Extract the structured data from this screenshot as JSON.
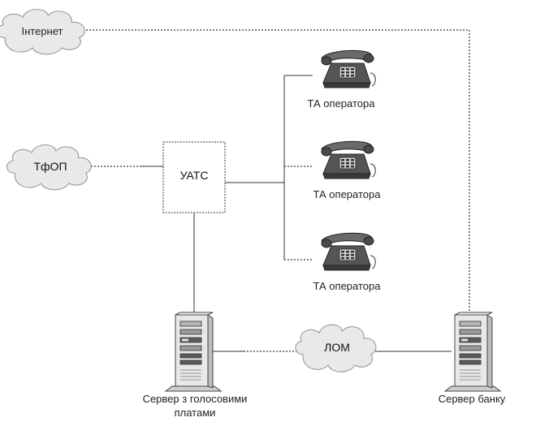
{
  "nodes": {
    "internet": "Інтернет",
    "pstn": "ТфОП",
    "pbx": "УАТС",
    "phone1": "ТА оператора",
    "phone2": "ТА оператора",
    "phone3": "ТА оператора",
    "lan": "ЛОМ",
    "voice_server_line1": "Сервер з голосовими",
    "voice_server_line2": "платами",
    "bank_server": "Сервер банку"
  },
  "icons": {
    "phone": "telephone-icon",
    "server": "server-tower-icon",
    "cloud": "cloud-icon"
  }
}
